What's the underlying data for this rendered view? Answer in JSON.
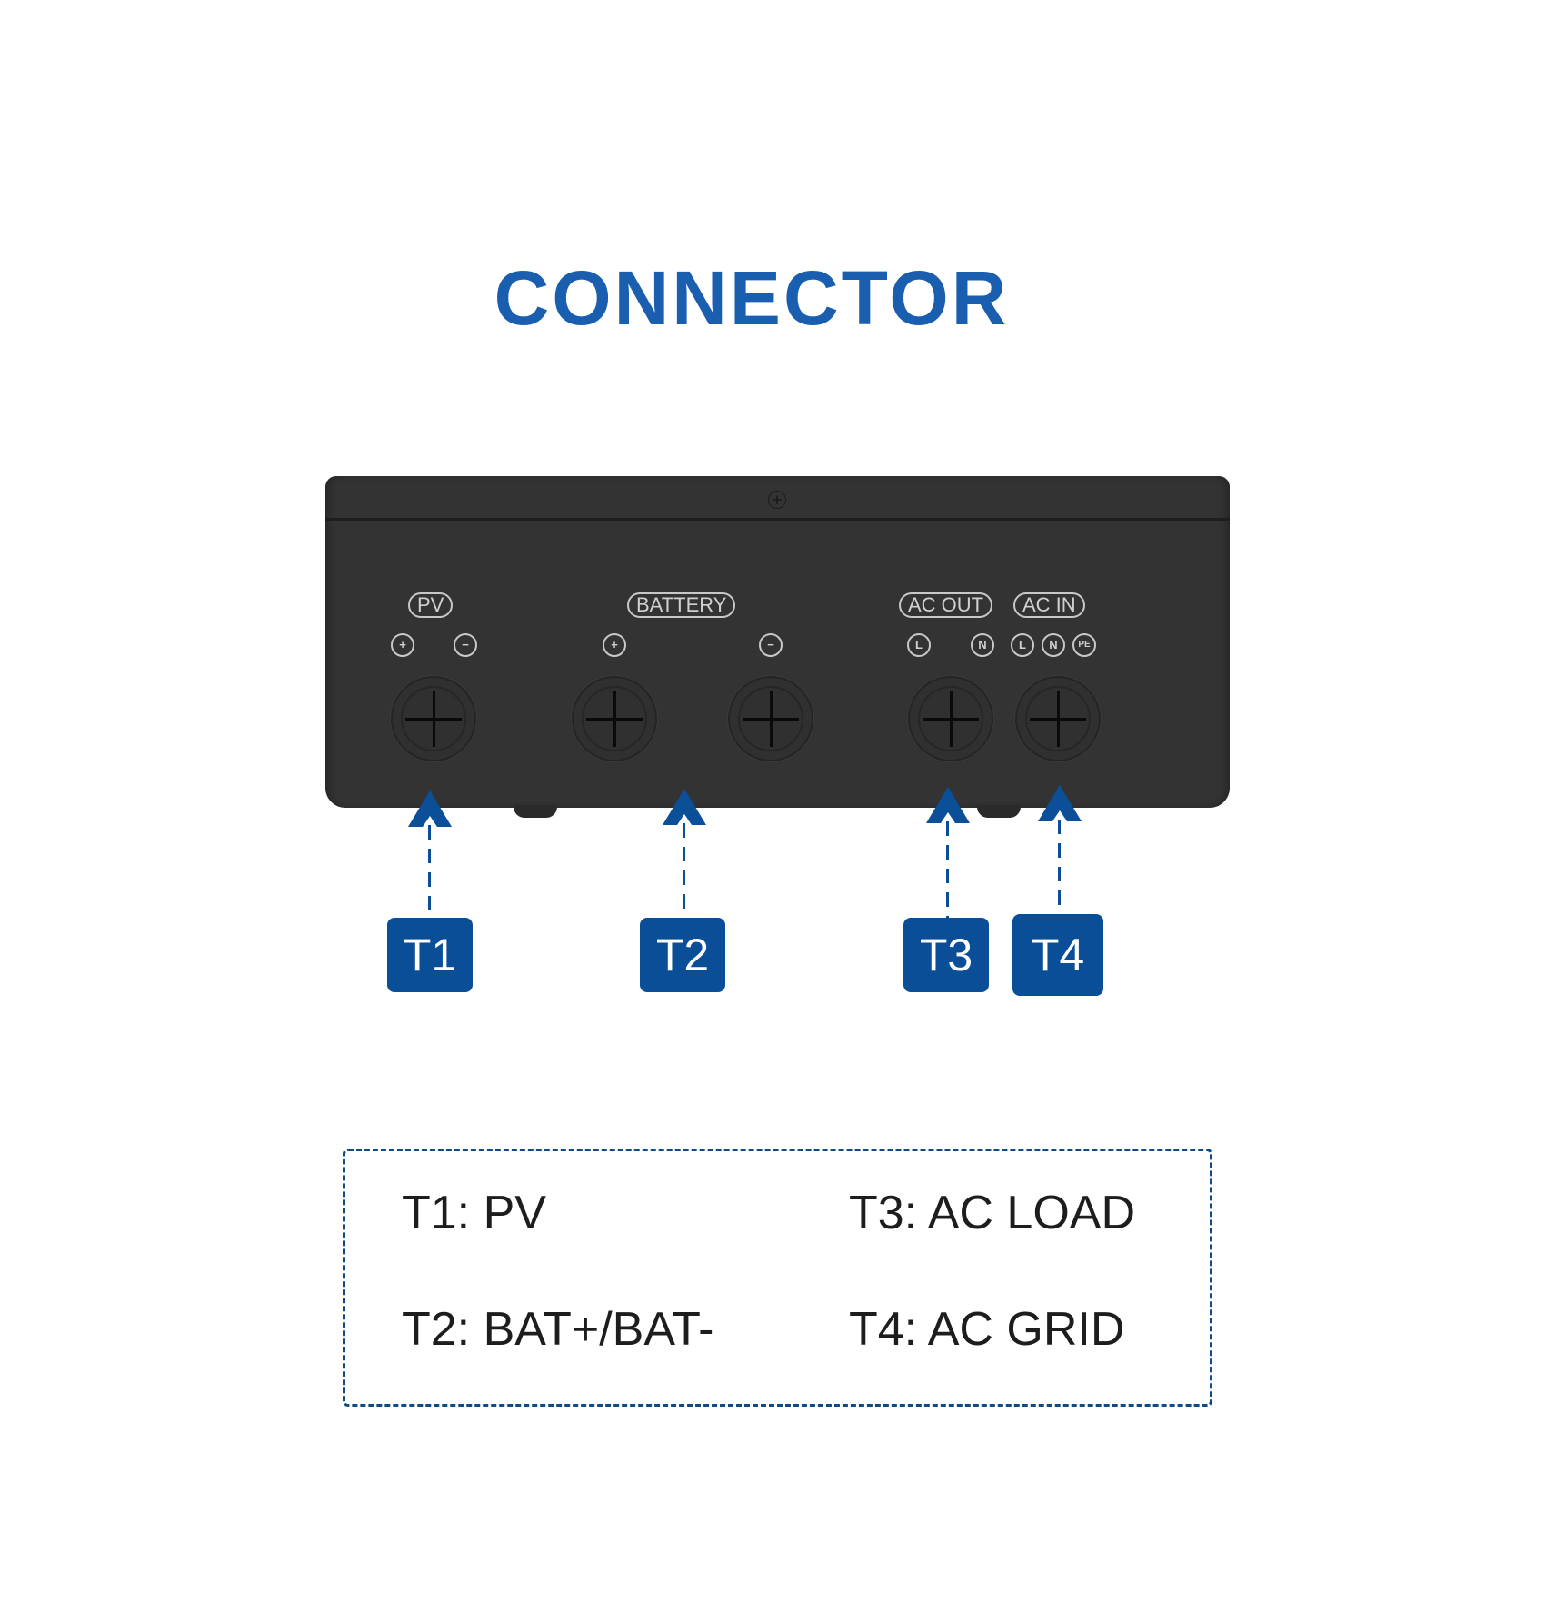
{
  "title": "CONNECTOR",
  "colors": {
    "title": "#1a5eb0",
    "tag_fill": "#094e96",
    "arrow": "#0b4f99",
    "legend_border": "#0f4a86",
    "device": "#333333"
  },
  "device": {
    "groups": [
      {
        "label": "PV",
        "pins": [
          "+",
          "−"
        ]
      },
      {
        "label": "BATTERY",
        "pins": [
          "+",
          "−"
        ]
      },
      {
        "label": "AC OUT",
        "pins": [
          "L",
          "N"
        ]
      },
      {
        "label": "AC IN",
        "pins": [
          "L",
          "N",
          "PE"
        ]
      }
    ]
  },
  "tags": [
    "T1",
    "T2",
    "T3",
    "T4"
  ],
  "legend": [
    {
      "text": "T1: PV"
    },
    {
      "text": "T2: BAT+/BAT-"
    },
    {
      "text": "T3: AC LOAD"
    },
    {
      "text": "T4: AC GRID"
    }
  ]
}
